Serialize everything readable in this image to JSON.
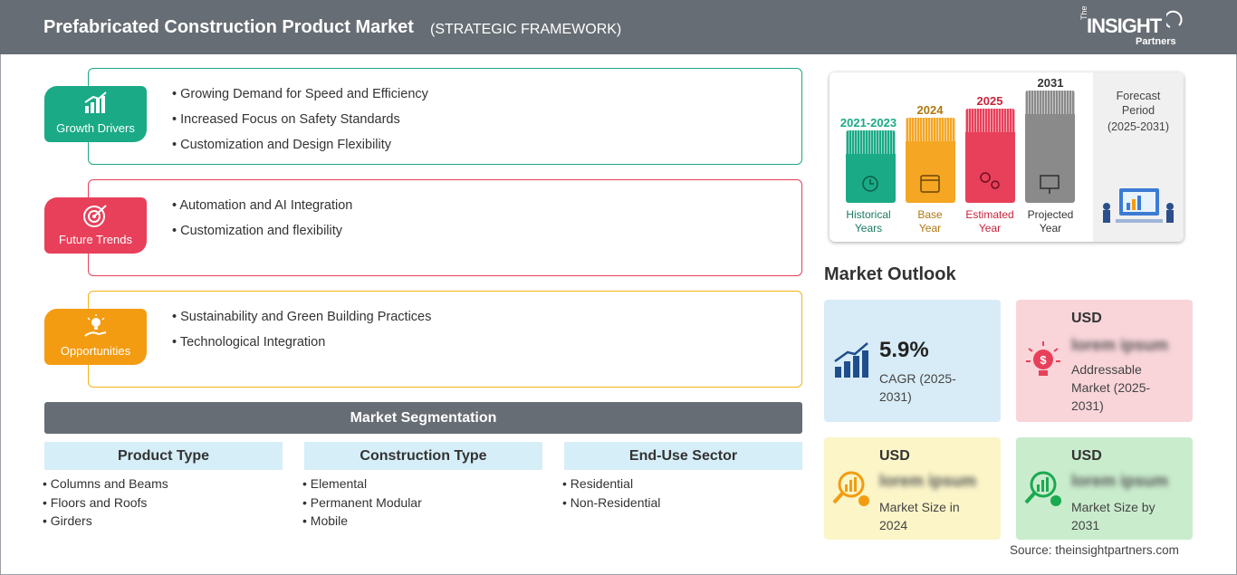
{
  "header": {
    "title": "Prefabricated Construction Product Market",
    "subtitle": "(STRATEGIC FRAMEWORK)",
    "logo_the": "The",
    "logo_insight": "INSIGHT",
    "logo_partners": "Partners"
  },
  "colors": {
    "header": "#676d74",
    "green": "#1aaa86",
    "red": "#e8405a",
    "orange": "#f39c12",
    "blue_card": "#d8ecf7",
    "pink_card": "#f9d5da",
    "yellow_card": "#fbf5c8",
    "green_card": "#c9eccd"
  },
  "panels": [
    {
      "badge": "Growth Drivers",
      "icon": "bar-growth-icon",
      "items": [
        "Growing Demand for Speed and Efficiency",
        "Increased Focus on Safety Standards",
        "Customization and Design Flexibility"
      ]
    },
    {
      "badge": "Future Trends",
      "icon": "target-icon",
      "items": [
        "Automation and AI Integration",
        "Customization and flexibility"
      ]
    },
    {
      "badge": "Opportunities",
      "icon": "lightbulb-hand-icon",
      "items": [
        "Sustainability and Green Building Practices",
        "Technological Integration"
      ]
    }
  ],
  "segmentation": {
    "title": "Market Segmentation",
    "columns": [
      {
        "head": "Product Type",
        "items": [
          "Columns and Beams",
          "Floors and Roofs",
          "Girders"
        ]
      },
      {
        "head": "Construction Type",
        "items": [
          "Elemental",
          "Permanent Modular",
          "Mobile"
        ]
      },
      {
        "head": "End-Use Sector",
        "items": [
          "Residential",
          "Non-Residential"
        ]
      }
    ]
  },
  "timeline": {
    "bars": [
      {
        "year": "2021-2023",
        "label1": "Historical",
        "label2": "Years",
        "color": "#1aaa86",
        "icon": "history-icon"
      },
      {
        "year": "2024",
        "label1": "Base",
        "label2": "Year",
        "color": "#f5a623",
        "icon": "calendar-icon"
      },
      {
        "year": "2025",
        "label1": "Estimated",
        "label2": "Year",
        "color": "#e8405a",
        "icon": "gears-icon"
      },
      {
        "year": "2031",
        "label1": "Projected",
        "label2": "Year",
        "color": "#8a8a8a",
        "icon": "presentation-icon"
      }
    ],
    "forecast": {
      "line1": "Forecast",
      "line2": "Period",
      "line3": "(2025-2031)"
    }
  },
  "outlook": {
    "title": "Market Outlook",
    "cagr": {
      "value": "5.9%",
      "label": "CAGR (2025-2031)"
    },
    "addressable": {
      "usd": "USD",
      "value": "lorem ipsum",
      "label": "Addressable Market (2025-2031)"
    },
    "size2024": {
      "usd": "USD",
      "value": "lorem ipsum",
      "label": "Market Size in 2024"
    },
    "size2031": {
      "usd": "USD",
      "value": "lorem ipsum",
      "label": "Market Size by 2031"
    }
  },
  "source": "Source: theinsightpartners.com"
}
